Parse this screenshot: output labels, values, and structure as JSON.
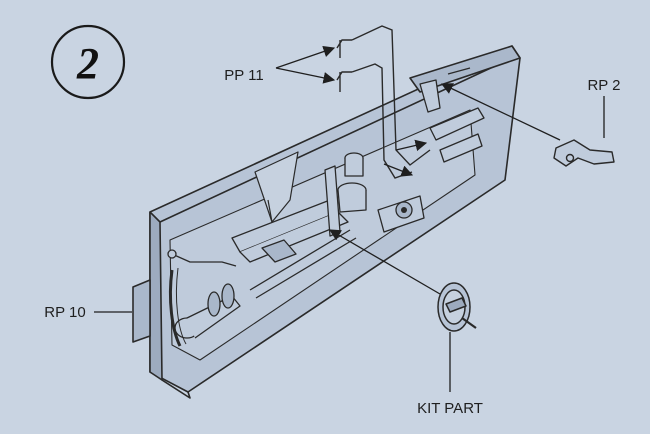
{
  "step": {
    "number": "2"
  },
  "labels": {
    "pp11": "PP 11",
    "rp2": "RP 2",
    "rp10": "RP 10",
    "kit_part": "KIT PART"
  },
  "colors": {
    "background": "#c9d4e2",
    "line": "#2a2a2a",
    "part_fill": "#b7c4d6",
    "part_shade": "#9dabbf"
  }
}
